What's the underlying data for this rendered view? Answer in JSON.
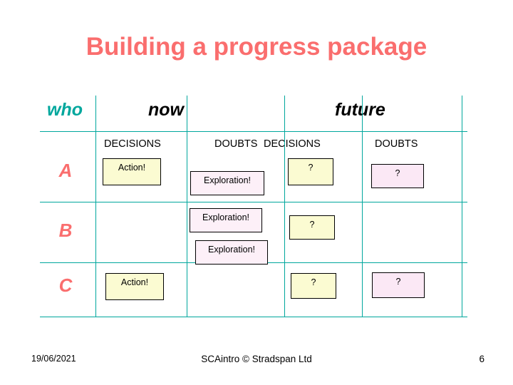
{
  "slide": {
    "title": "Building a progress package",
    "headers": {
      "who": "who",
      "now": "now",
      "future": "future"
    },
    "subheaders": [
      "DECISIONS",
      "DOUBTS",
      "DECISIONS",
      "DOUBTS"
    ],
    "rows": [
      {
        "label": "A"
      },
      {
        "label": "B"
      },
      {
        "label": "C"
      }
    ],
    "cards": [
      {
        "name": "card-a-now-decisions",
        "text": "Action!"
      },
      {
        "name": "card-a-now-doubts",
        "text": "Exploration!"
      },
      {
        "name": "card-a-future-decisions",
        "text": "?"
      },
      {
        "name": "card-a-future-doubts",
        "text": "?"
      },
      {
        "name": "card-b-now-doubts",
        "text": "Exploration!"
      },
      {
        "name": "card-b-future-decisions",
        "text": "?"
      },
      {
        "name": "card-b-now-doubts-second",
        "text": "Exploration!"
      },
      {
        "name": "card-c-now-decisions",
        "text": "Action!"
      },
      {
        "name": "card-c-future-decisions",
        "text": "?"
      },
      {
        "name": "card-c-future-doubts",
        "text": "?"
      }
    ],
    "colors": {
      "title": "#fa6e6e",
      "who": "#00a79d",
      "grid": "#00a79d",
      "action_fill": "#fbfbd2",
      "exploration_fill": "#fdf0f8",
      "question_pink_fill": "#fbe8f5"
    }
  },
  "footer": {
    "date": "19/06/2021",
    "center": "SCAintro   © Stradspan Ltd",
    "page": "6"
  }
}
